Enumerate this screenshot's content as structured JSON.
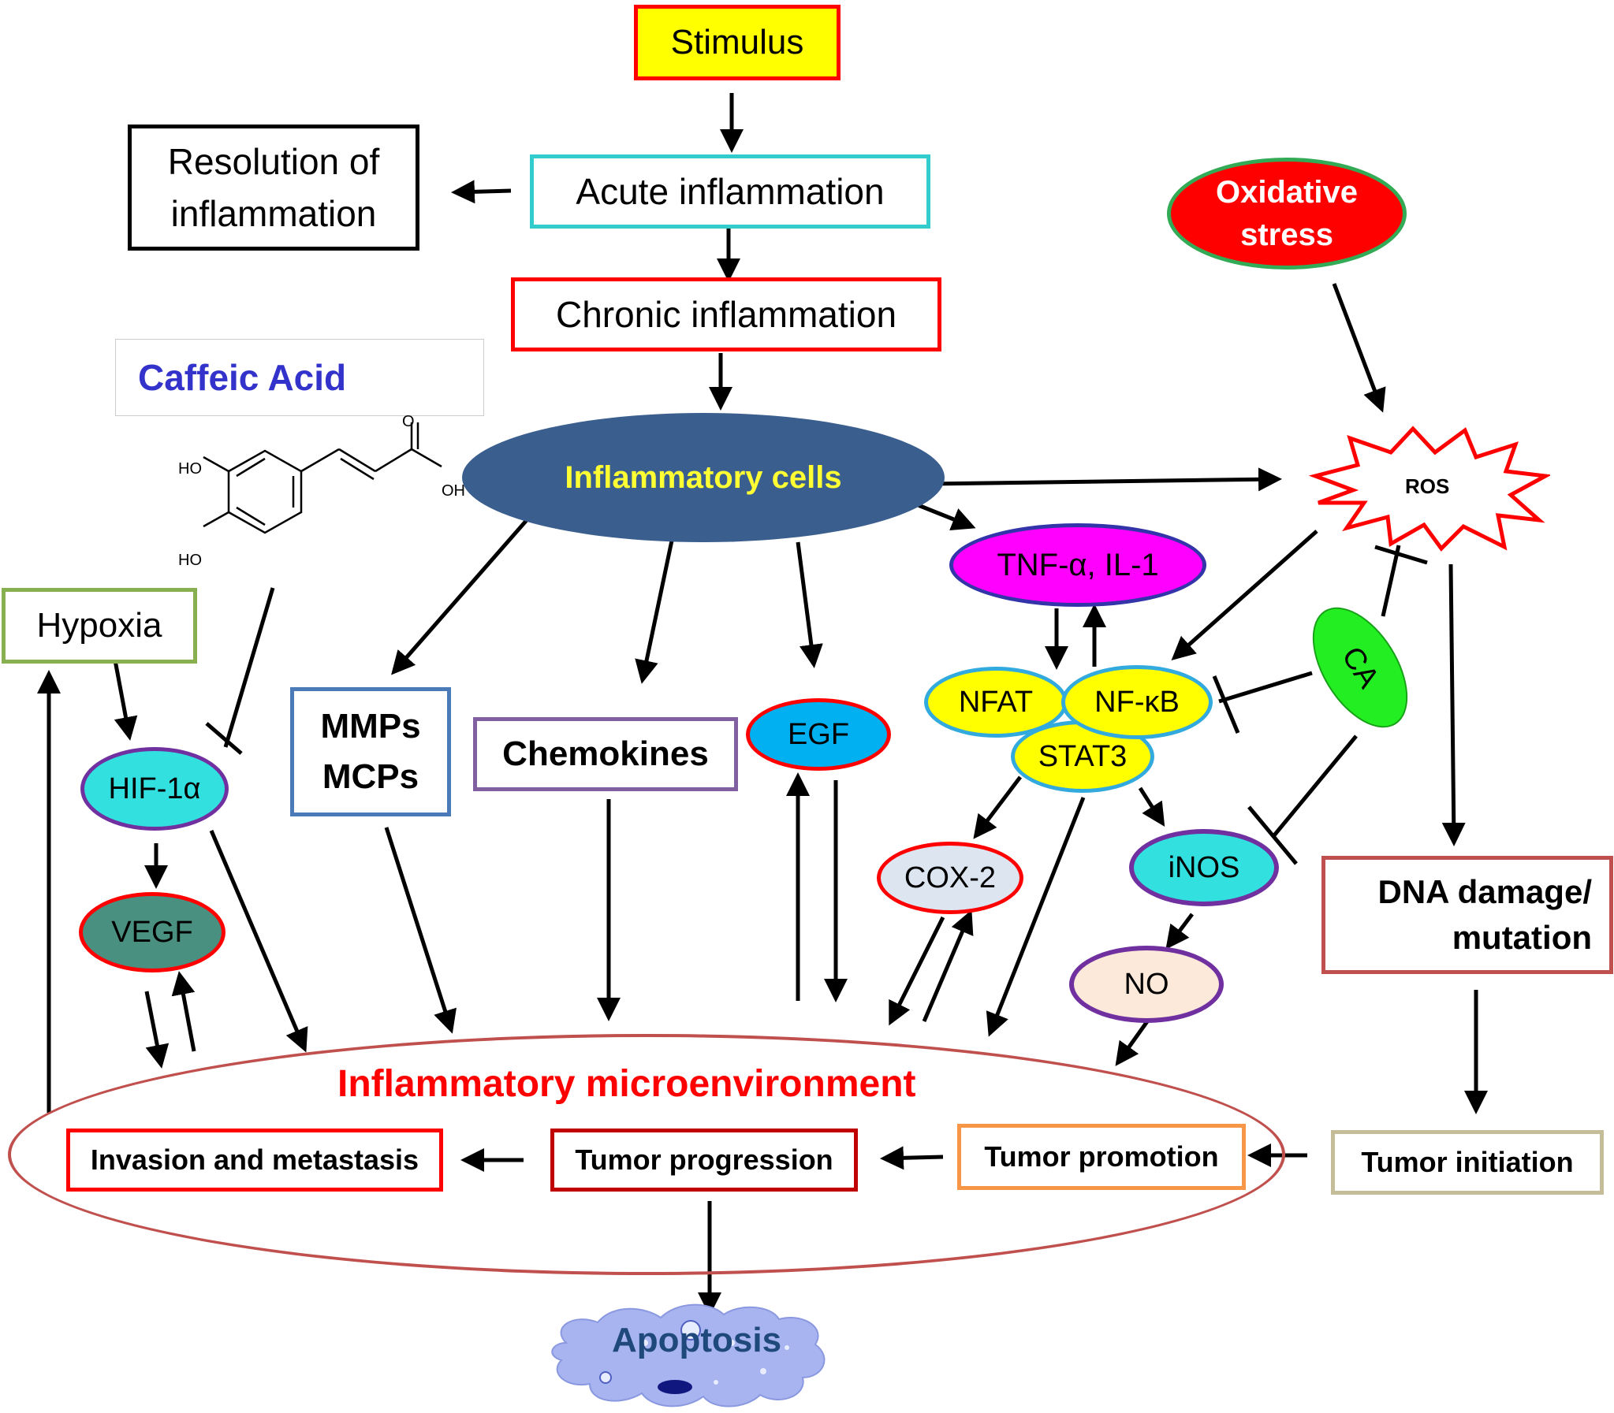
{
  "nodes": {
    "stimulus": "Stimulus",
    "acute": "Acute inflammation",
    "resolution_line1": "Resolution of",
    "resolution_line2": "inflammation",
    "chronic": "Chronic inflammation",
    "caffeic_title": "Caffeic Acid",
    "oxidative_line1": "Oxidative",
    "oxidative_line2": "stress",
    "inflammatory_cells": "Inflammatory cells",
    "ros": "ROS",
    "tnf": "TNF-α, IL-1",
    "hypoxia": "Hypoxia",
    "hif": "HIF-1α",
    "vegf": "VEGF",
    "mmps": "MMPs",
    "mcps": "MCPs",
    "chemokines": "Chemokines",
    "egf": "EGF",
    "nfat": "NFAT",
    "nfkb": "NF-κB",
    "stat3": "STAT3",
    "ca": "CA",
    "cox2": "COX-2",
    "inos": "iNOS",
    "no": "NO",
    "dna_line1": "DNA damage/",
    "dna_line2": "mutation",
    "microenv": "Inflammatory microenvironment",
    "invasion": "Invasion and metastasis",
    "progression": "Tumor progression",
    "promotion": "Tumor promotion",
    "initiation": "Tumor initiation",
    "apoptosis": "Apoptosis"
  },
  "structure_labels": {
    "ho_top": "HO",
    "ho_bottom": "HO",
    "oh": "OH",
    "o": "O"
  },
  "colors": {
    "stimulus_fill": "#ffff00",
    "stimulus_border": "#ff0000",
    "acute_border": "#33cccc",
    "chronic_border": "#ff0000",
    "caffeic_text": "#3333cc",
    "oxidative_fill": "#ff0000",
    "oxidative_border": "#33aa55",
    "inflammatory_cells_fill": "#3a5f8f",
    "inflammatory_cells_text": "#ffff33",
    "ros_border": "#ff0000",
    "tnf_fill": "#ff00ff",
    "tnf_border": "#3333aa",
    "hypoxia_border": "#88b050",
    "hif_fill": "#33e0e0",
    "hif_border": "#7030a0",
    "vegf_fill": "#4a9080",
    "vegf_border": "#ff0000",
    "mmps_border": "#4a7ab8",
    "chemokines_border": "#8060a0",
    "egf_fill": "#00b0f0",
    "egf_border": "#ff0000",
    "tf_fill": "#ffff00",
    "tf_border": "#33aadd",
    "ca_fill": "#22ee22",
    "cox2_fill": "#dde6f0",
    "cox2_border": "#ff0000",
    "inos_fill": "#33e0e0",
    "inos_border": "#7030a0",
    "no_fill": "#fde9d9",
    "no_border": "#7030a0",
    "dna_border": "#c0504d",
    "microenv_border": "#c0504d",
    "microenv_text": "#ff0000",
    "invasion_border": "#ff0000",
    "progression_border": "#c00000",
    "promotion_border": "#f79646",
    "initiation_border": "#c4bd97",
    "apoptosis_text": "#1f497d",
    "apoptosis_blob": "#a8b4f0"
  }
}
